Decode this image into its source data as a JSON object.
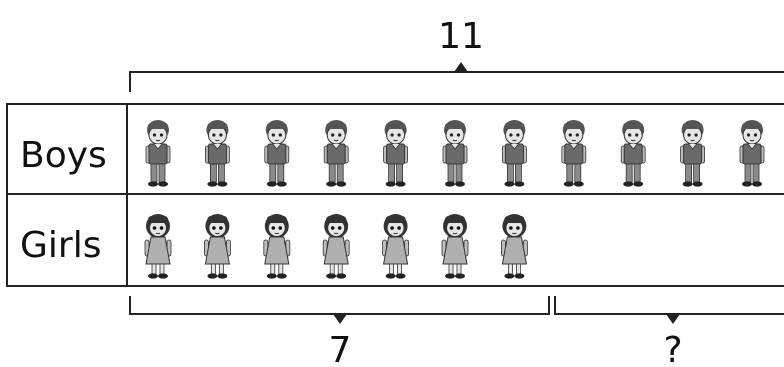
{
  "top_bracket": {
    "label": "11"
  },
  "rows": [
    {
      "label": "Boys",
      "figure": "boy-icon",
      "count": 11
    },
    {
      "label": "Girls",
      "figure": "girl-icon",
      "count": 7
    }
  ],
  "bottom_brackets": [
    {
      "label": "7"
    },
    {
      "label": "?"
    }
  ],
  "colors": {
    "line": "#222222",
    "figure_dark": "#555555",
    "figure_mid": "#8a8a8a",
    "figure_light": "#bdbdbd",
    "skin": "#e6e6e6"
  }
}
